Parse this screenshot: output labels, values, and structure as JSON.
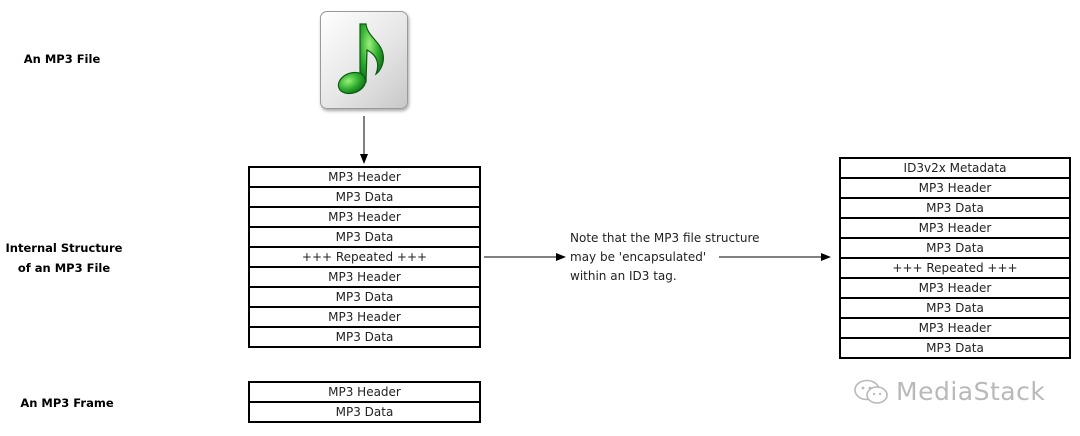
{
  "labels": {
    "mp3_file": "An MP3 File",
    "internal_line1": "Internal Structure",
    "internal_line2": "of an MP3 File",
    "mp3_frame": "An MP3 Frame"
  },
  "icon": "music-note-icon",
  "colors": {
    "note_green": "#2fae2f",
    "line": "#000000",
    "watermark": "#b9b9b9"
  },
  "internal_structure": [
    "MP3 Header",
    "MP3 Data",
    "MP3 Header",
    "MP3 Data",
    "+++ Repeated +++",
    "MP3 Header",
    "MP3 Data",
    "MP3 Header",
    "MP3 Data"
  ],
  "note": {
    "line1": "Note that the MP3 file structure",
    "line2": "may be 'encapsulated'",
    "line3": "within an ID3 tag."
  },
  "id3_structure": [
    "ID3v2x Metadata",
    "MP3 Header",
    "MP3 Data",
    "MP3 Header",
    "MP3 Data",
    "+++ Repeated +++",
    "MP3 Header",
    "MP3 Data",
    "MP3 Header",
    "MP3 Data"
  ],
  "frame": [
    "MP3 Header",
    "MP3 Data"
  ],
  "watermark": {
    "text": "MediaStack",
    "icon": "wechat-icon"
  }
}
